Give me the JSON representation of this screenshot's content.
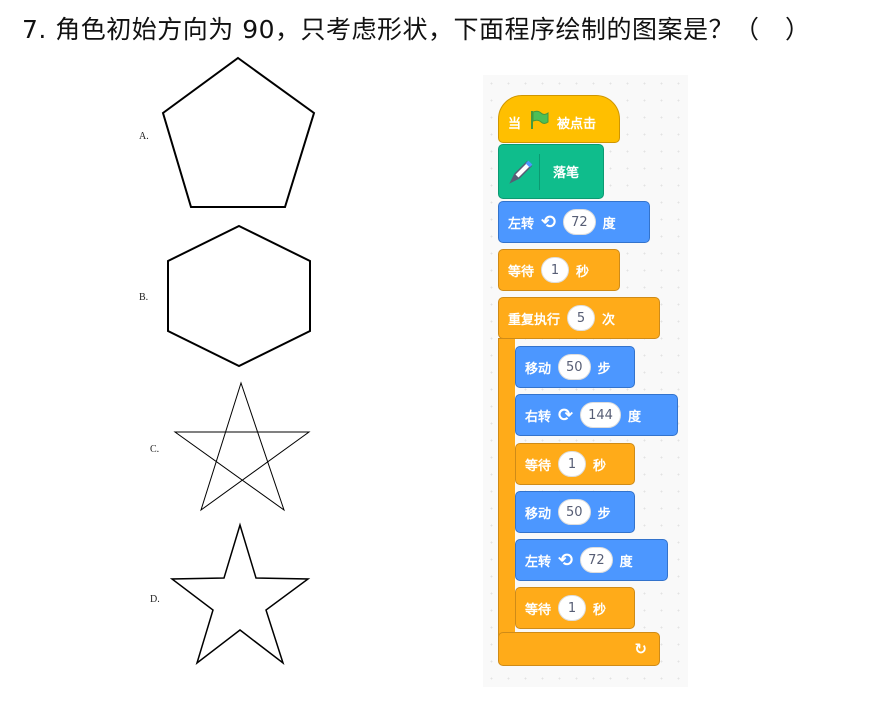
{
  "question": {
    "text": "7. 角色初始方向为 90，只考虑形状，下面程序绘制的图案是？（　）"
  },
  "options": [
    {
      "label": "A.",
      "shape": "pentagon"
    },
    {
      "label": "B.",
      "shape": "hexagon"
    },
    {
      "label": "C.",
      "shape": "pentagram-lines"
    },
    {
      "label": "D.",
      "shape": "star-outline"
    }
  ],
  "script": {
    "when_flag": {
      "prefix": "当",
      "suffix": "被点击",
      "icon": "green-flag-icon"
    },
    "pen_down": {
      "label": "落笔",
      "icon": "pen-icon"
    },
    "turn_left_1": {
      "label": "左转",
      "value": "72",
      "unit": "度",
      "icon": "rotate-left-icon"
    },
    "wait_1": {
      "label": "等待",
      "value": "1",
      "unit": "秒"
    },
    "repeat": {
      "label": "重复执行",
      "value": "5",
      "unit": "次",
      "icon": "loop-arrow-icon"
    },
    "move_1": {
      "label": "移动",
      "value": "50",
      "unit": "步"
    },
    "turn_right": {
      "label": "右转",
      "value": "144",
      "unit": "度",
      "icon": "rotate-right-icon"
    },
    "wait_2": {
      "label": "等待",
      "value": "1",
      "unit": "秒"
    },
    "move_2": {
      "label": "移动",
      "value": "50",
      "unit": "步"
    },
    "turn_left_2": {
      "label": "左转",
      "value": "72",
      "unit": "度",
      "icon": "rotate-left-icon"
    },
    "wait_3": {
      "label": "等待",
      "value": "1",
      "unit": "秒"
    }
  },
  "colors": {
    "events": "#ffbf00",
    "pen": "#0fbd8c",
    "motion": "#4c97ff",
    "control": "#ffab19"
  }
}
